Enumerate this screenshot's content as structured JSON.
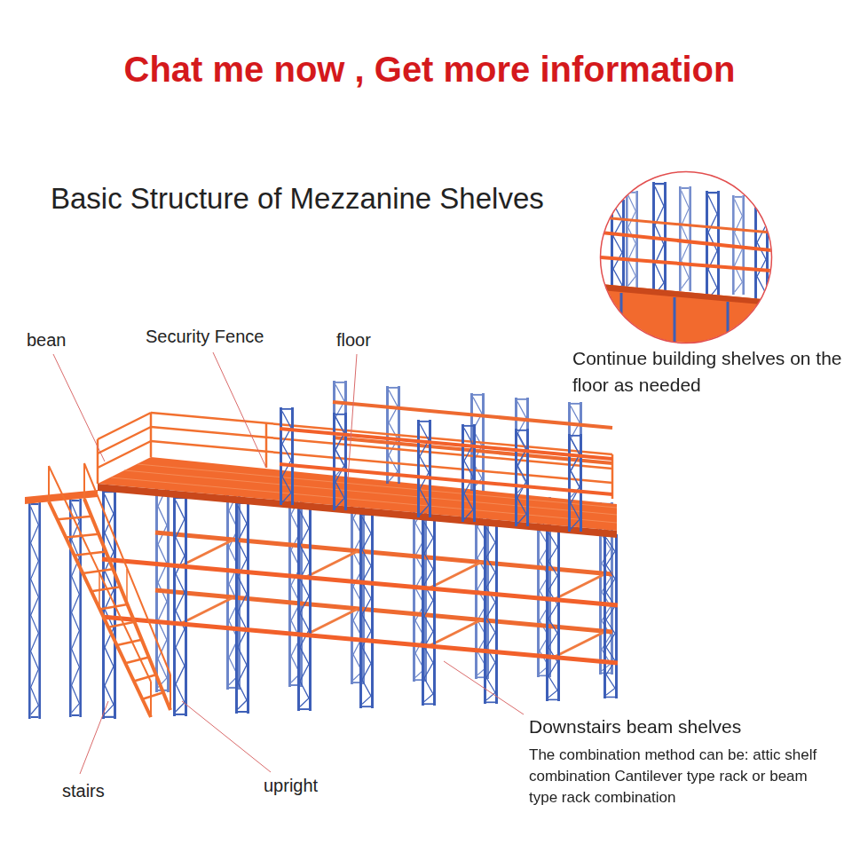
{
  "diagram": {
    "title": "Basic Structure of Mezzanine Shelves",
    "labels": [
      "Chat me now , Get more information",
      "bean",
      "Security Fence",
      "floor",
      "Continue building shelves on the floor as needed",
      "Downstairs beam shelves",
      "The combination method can be: attic shelf combination Cantilever type rack or beam type rack combination",
      "stairs",
      "upright"
    ]
  }
}
